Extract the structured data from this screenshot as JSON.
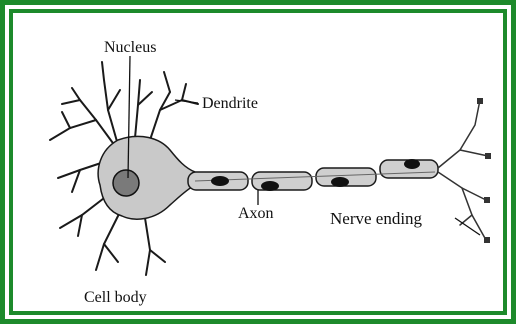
{
  "diagram": {
    "labels": {
      "nucleus": "Nucleus",
      "dendrite": "Dendrite",
      "axon": "Axon",
      "nerve_ending": "Nerve ending",
      "cell_body": "Cell body"
    },
    "colors": {
      "frame": "#1d8a2b",
      "cell_fill": "#c9c9c9",
      "nucleus_fill": "#7a7a7a",
      "ink": "#111111"
    }
  }
}
